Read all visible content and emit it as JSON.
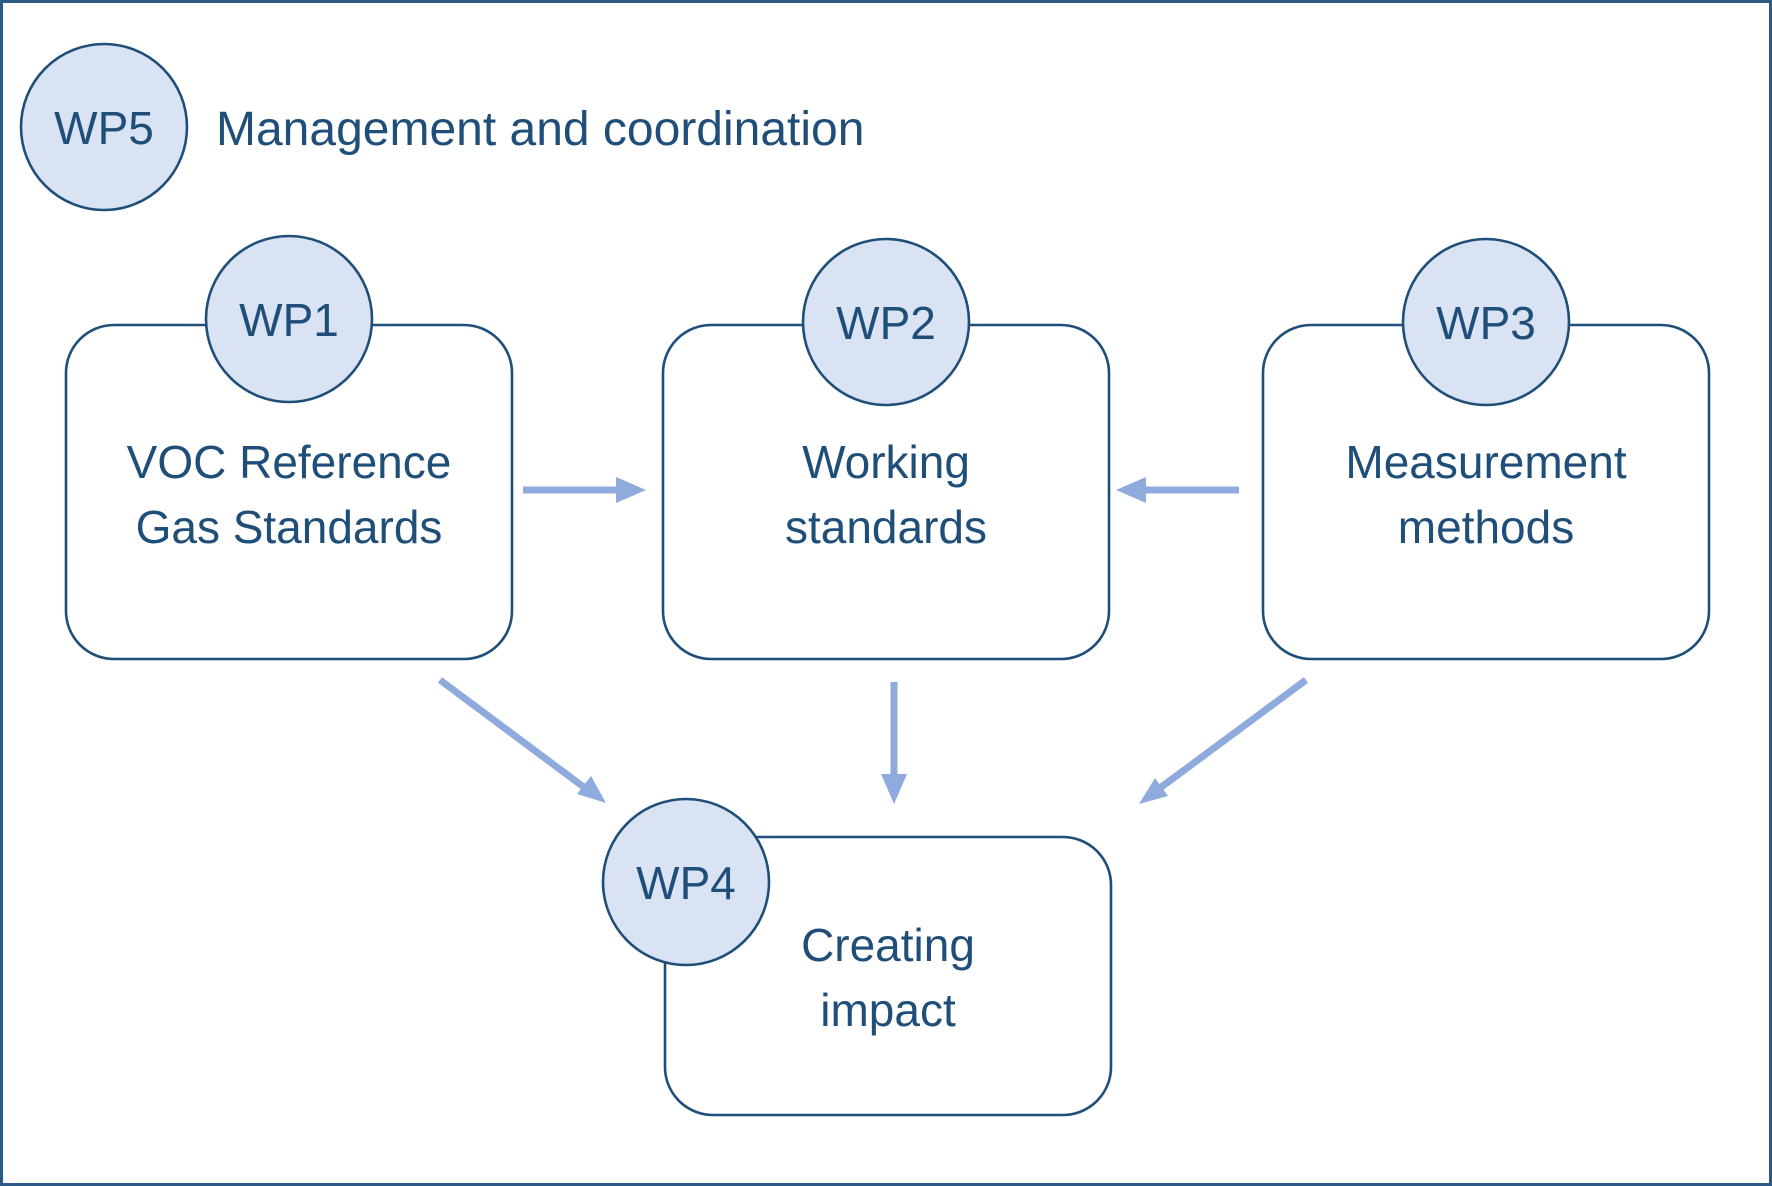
{
  "header": {
    "code": "WP5",
    "label": "Management and coordination"
  },
  "packages": [
    {
      "code": "WP1",
      "lines": [
        "VOC Reference",
        "Gas Standards"
      ]
    },
    {
      "code": "WP2",
      "lines": [
        "Working",
        "standards"
      ]
    },
    {
      "code": "WP3",
      "lines": [
        "Measurement",
        "methods"
      ]
    },
    {
      "code": "WP4",
      "lines": [
        "Creating",
        "impact"
      ]
    }
  ],
  "arrows": [
    {
      "from": "WP1",
      "to": "WP2"
    },
    {
      "from": "WP3",
      "to": "WP2"
    },
    {
      "from": "WP1",
      "to": "WP4"
    },
    {
      "from": "WP2",
      "to": "WP4"
    },
    {
      "from": "WP3",
      "to": "WP4"
    }
  ],
  "colors": {
    "border": "#1f4e79",
    "circle_fill": "#d9e3f4",
    "arrow": "#8faadc",
    "text": "#1f4e79"
  }
}
